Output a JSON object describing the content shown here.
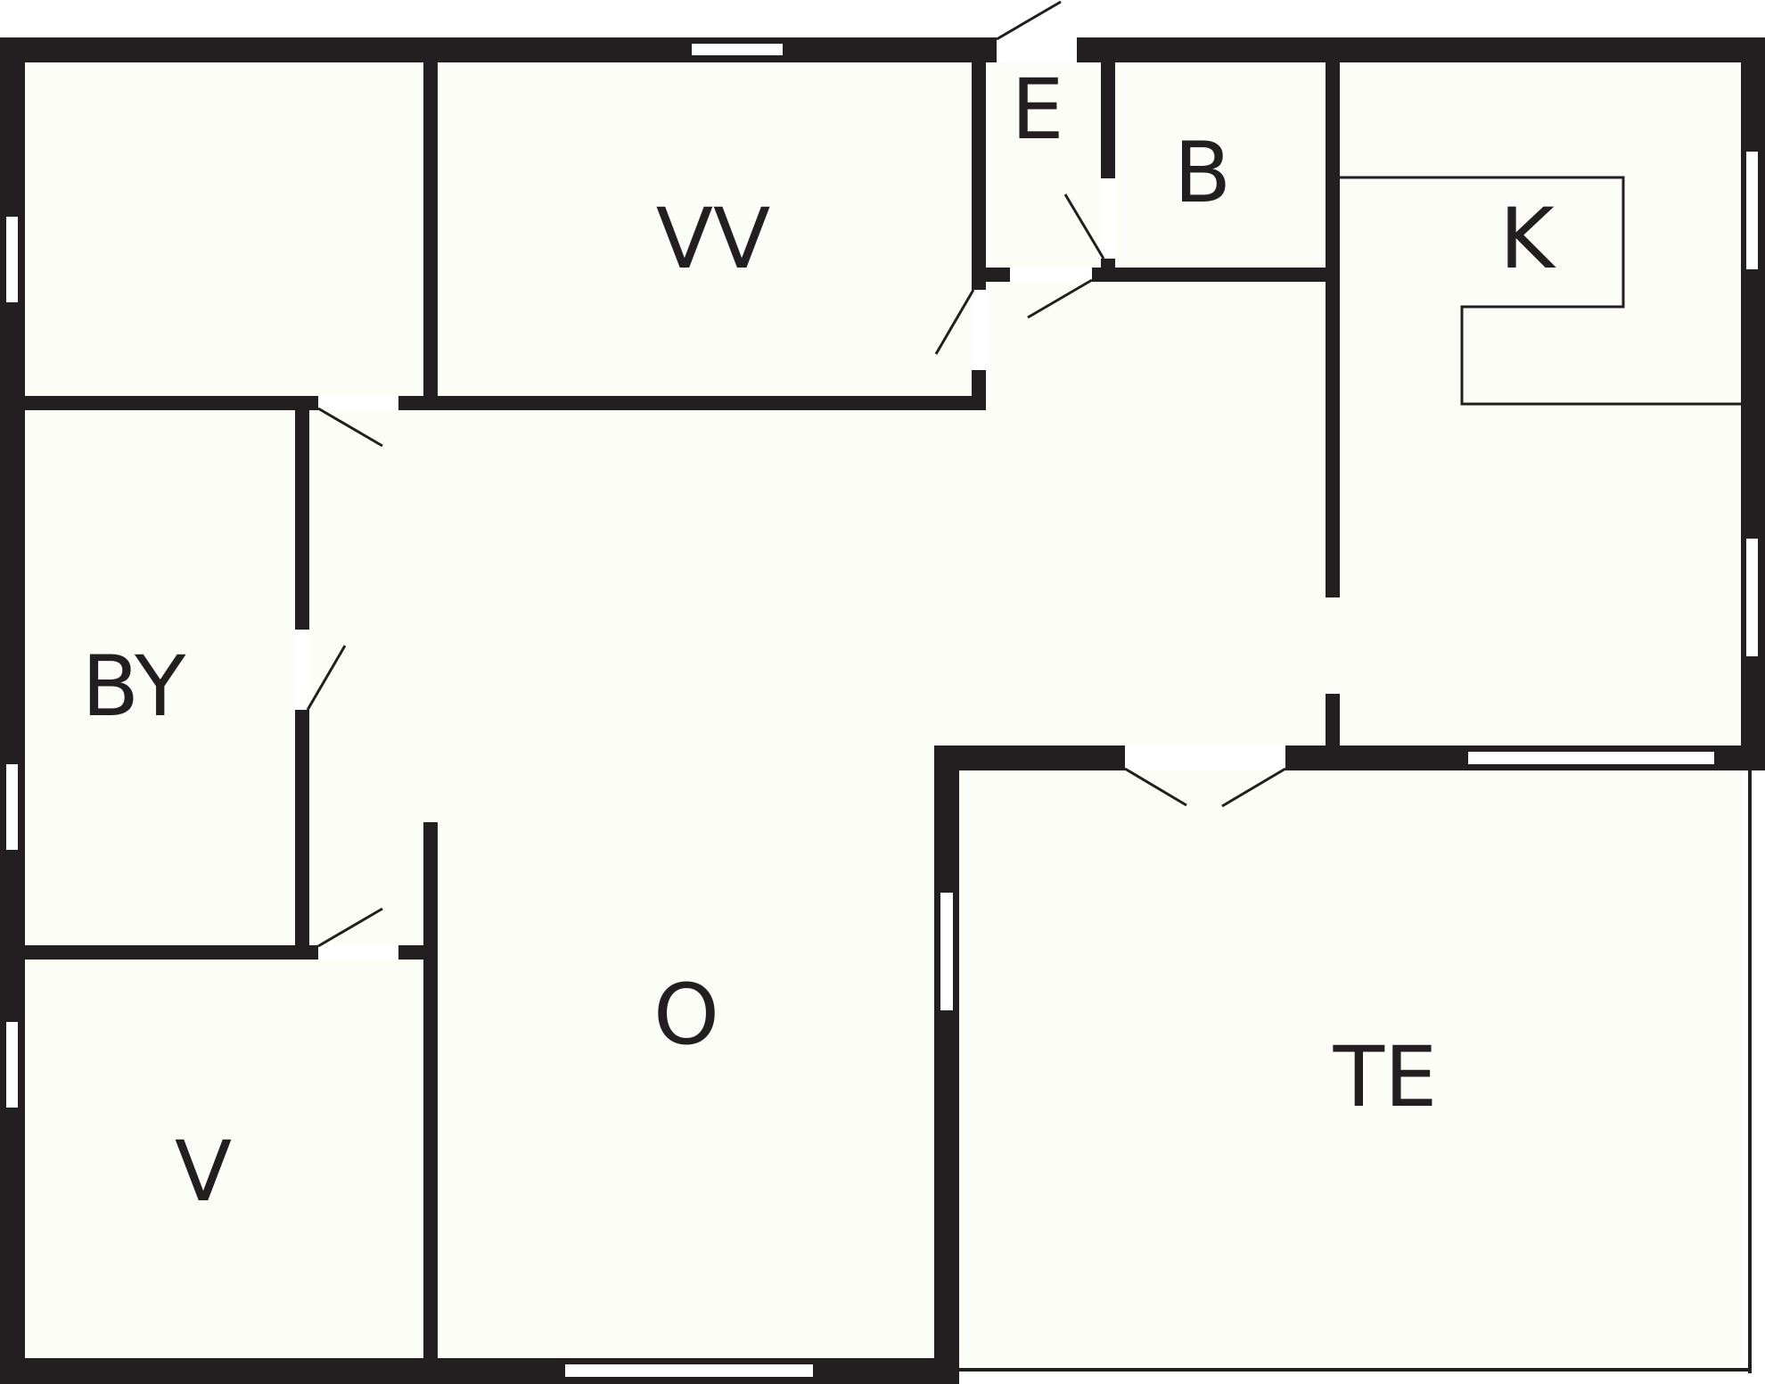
{
  "colors": {
    "wall": "#231f20",
    "floor": "#fdfdf8",
    "background": "#ffffff"
  },
  "rooms": {
    "vv": "VV",
    "e": "E",
    "b": "B",
    "k": "K",
    "by": "BY",
    "o": "O",
    "te": "TE",
    "v": "V"
  }
}
